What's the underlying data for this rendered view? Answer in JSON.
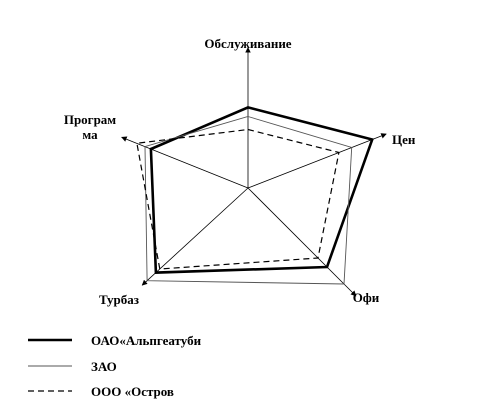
{
  "chart_data": {
    "type": "radar",
    "axes": [
      "Обслуживание",
      "Цен",
      "Офи",
      "Турбаз",
      "Програм ма"
    ],
    "axis_label_lines": [
      [
        "Обслуживание"
      ],
      [
        "Цен"
      ],
      [
        "Офи"
      ],
      [
        "Турбаз"
      ],
      [
        "Програм",
        "ма"
      ]
    ],
    "range": [
      0,
      1
    ],
    "grid": false,
    "legend_position": "bottom-left",
    "series": [
      {
        "name": "ОАО«Альпгеатуби",
        "style": "solid-thick",
        "values": [
          0.62,
          0.97,
          0.79,
          0.94,
          0.83
        ]
      },
      {
        "name": "ЗАО",
        "style": "solid-thin",
        "values": [
          0.55,
          0.81,
          0.96,
          1.03,
          0.88
        ]
      },
      {
        "name": "ООО «Остров",
        "style": "dashed",
        "values": [
          0.45,
          0.71,
          0.7,
          0.9,
          0.95
        ]
      }
    ]
  }
}
